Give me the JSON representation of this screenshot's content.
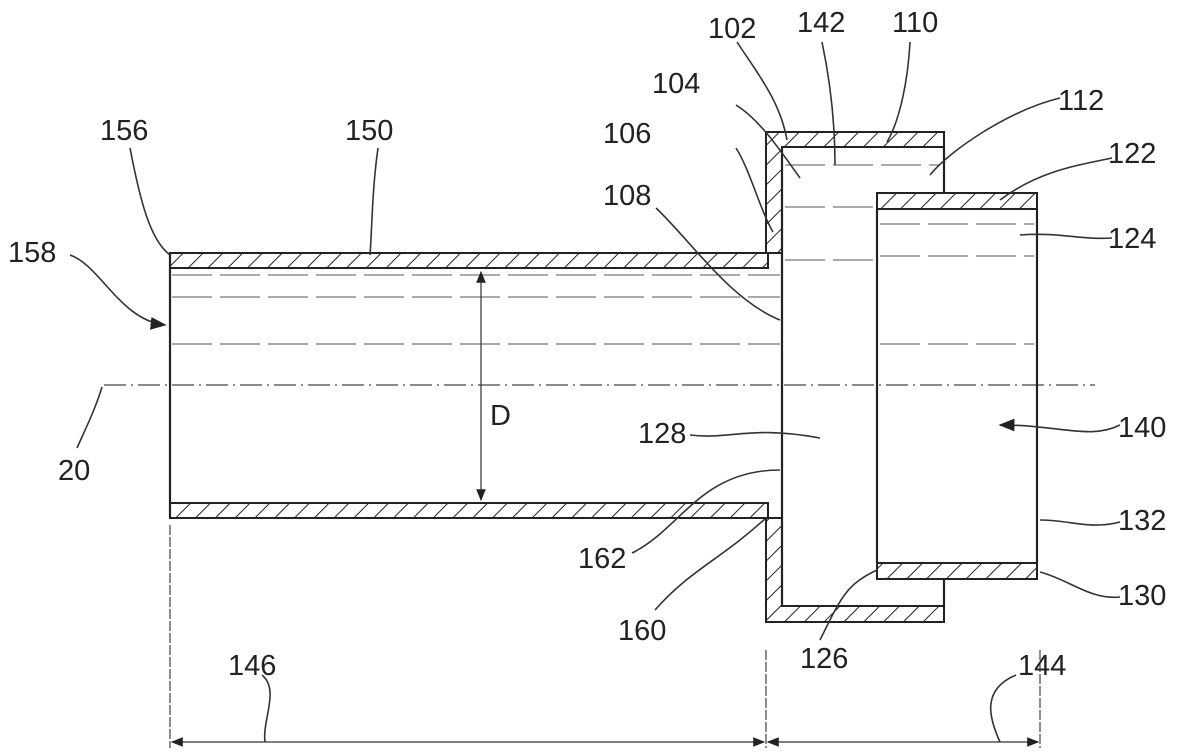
{
  "figure": {
    "type": "patent cross-section drawing",
    "labels": {
      "l20": "20",
      "l102": "102",
      "l104": "104",
      "l106": "106",
      "l108": "108",
      "l110": "110",
      "l112": "112",
      "l122": "122",
      "l124": "124",
      "l126": "126",
      "l128": "128",
      "l130": "130",
      "l132": "132",
      "l140": "140",
      "l142": "142",
      "l144": "144",
      "l146": "146",
      "l150": "150",
      "l156": "156",
      "l158": "158",
      "l160": "160",
      "l162": "162",
      "D": "D"
    }
  }
}
